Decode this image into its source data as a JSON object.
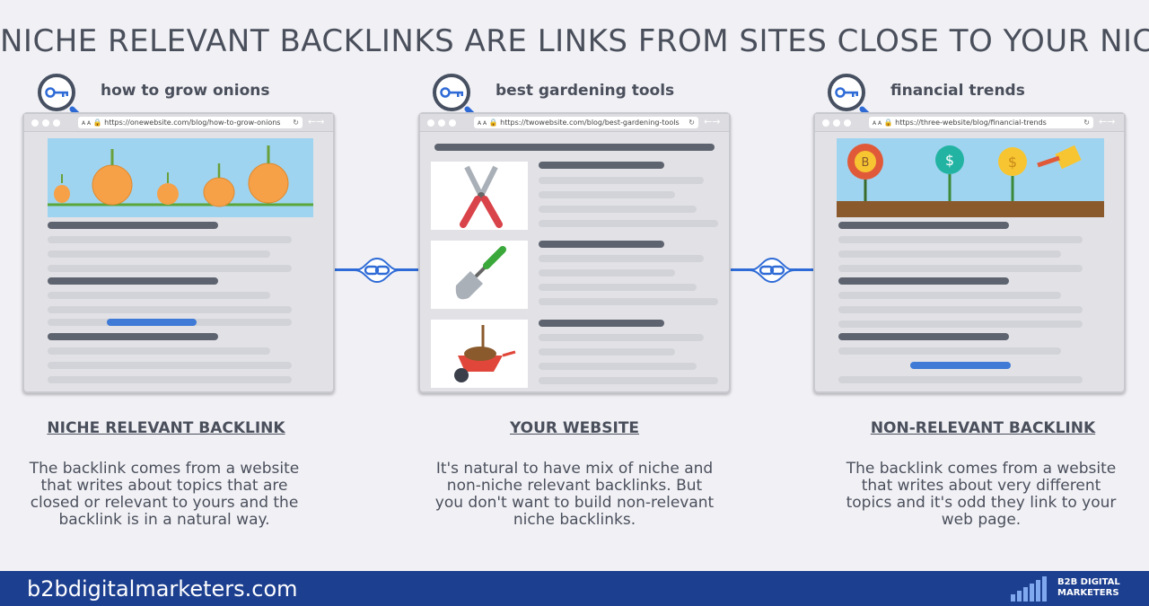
{
  "title": "NICHE RELEVANT BACKLINKS ARE LINKS FROM SITES CLOSE TO YOUR NICHE",
  "keywords": [
    "how to grow onions",
    "best gardening tools",
    "financial trends"
  ],
  "browsers": [
    {
      "url": "https://onewebsite.com/blog/how-to-grow-onions",
      "aa": "A A"
    },
    {
      "url": "https://twowebsite.com/blog/best-gardening-tools",
      "aa": "A A"
    },
    {
      "url": "https://three-website/blog/financial-trends",
      "aa": "A A"
    }
  ],
  "columns": [
    {
      "title": "NICHE RELEVANT BACKLINK",
      "text": "The backlink comes from a website that writes about topics that are closed or relevant to yours and the backlink is in a natural way."
    },
    {
      "title": "YOUR WEBSITE",
      "text": "It's natural to have mix of niche and non-niche relevant backlinks. But you don't want to build non-relevant niche backlinks."
    },
    {
      "title": "NON-RELEVANT BACKLINK",
      "text": "The backlink comes from a website that writes about very different topics and it's odd they link to your web page."
    }
  ],
  "footer": {
    "url": "b2bdigitalmarketers.com",
    "logo_line1": "B2B DIGITAL",
    "logo_line2": "MARKETERS"
  },
  "icons": [
    "key-icon",
    "chain-link-icon",
    "onion-icon",
    "pruning-shears-icon",
    "trowel-icon",
    "wheelbarrow-icon",
    "bitcoin-flower-icon",
    "dollar-flower-icon",
    "watering-can-icon"
  ],
  "colors": {
    "accent": "#2f6bd6",
    "footer": "#1d3f8f",
    "text": "#4a4f5c"
  }
}
